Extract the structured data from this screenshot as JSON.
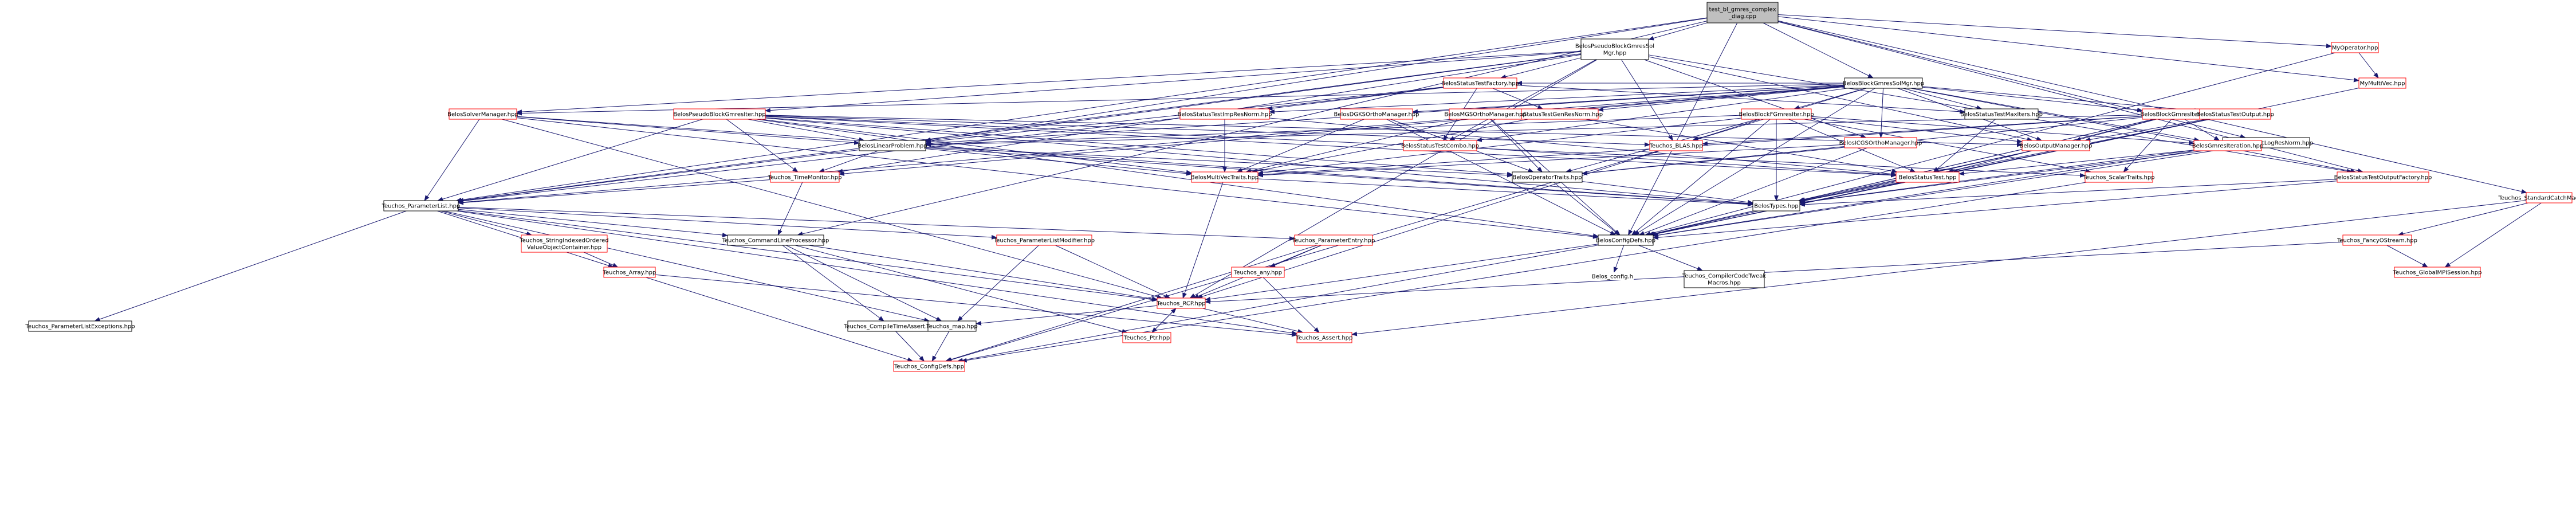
{
  "colors": {
    "root_fill": "#bfbfbf",
    "node_fill": "#ffffff",
    "red_border": "#ff0000",
    "black_border": "#000000",
    "edge_blue": "#191970",
    "edge_purple": "#9a32cd"
  },
  "nodes": [
    {
      "id": "root",
      "lines": [
        "test_bl_gmres_complex",
        "_diag.cpp"
      ],
      "kind": "root"
    },
    {
      "id": "pseudoMgr",
      "lines": [
        "BelosPseudoBlockGmresSol",
        "Mgr.hpp"
      ],
      "kind": "black"
    },
    {
      "id": "blockMgr",
      "lines": [
        "BelosBlockGmresSolMgr.hpp"
      ],
      "kind": "black"
    },
    {
      "id": "myop",
      "lines": [
        "MyOperator.hpp"
      ],
      "kind": "red"
    },
    {
      "id": "mymv",
      "lines": [
        "MyMultiVec.hpp"
      ],
      "kind": "red"
    },
    {
      "id": "stdcatch",
      "lines": [
        "Teuchos_StandardCatchMacros.hpp"
      ],
      "kind": "red"
    },
    {
      "id": "stf",
      "lines": [
        "BelosStatusTestFactory.hpp"
      ],
      "kind": "red"
    },
    {
      "id": "solverMgr",
      "lines": [
        "BelosSolverManager.hpp"
      ],
      "kind": "red"
    },
    {
      "id": "pbgi",
      "lines": [
        "BelosPseudoBlockGmresIter.hpp"
      ],
      "kind": "red"
    },
    {
      "id": "stimp",
      "lines": [
        "BelosStatusTestImpResNorm.hpp"
      ],
      "kind": "red"
    },
    {
      "id": "stgen",
      "lines": [
        "BelosStatusTestGenResNorm.hpp"
      ],
      "kind": "red"
    },
    {
      "id": "stmax",
      "lines": [
        "BelosStatusTestMaxIters.hpp"
      ],
      "kind": "black"
    },
    {
      "id": "bfgi",
      "lines": [
        "BelosBlockFGmresIter.hpp"
      ],
      "kind": "red"
    },
    {
      "id": "bgi",
      "lines": [
        "BelosBlockGmresIter.hpp"
      ],
      "kind": "red"
    },
    {
      "id": "sto",
      "lines": [
        "BelosStatusTestOutput.hpp"
      ],
      "kind": "red"
    },
    {
      "id": "stlog",
      "lines": [
        "BelosStatusTestLogResNorm.hpp"
      ],
      "kind": "black"
    },
    {
      "id": "linprob",
      "lines": [
        "BelosLinearProblem.hpp"
      ],
      "kind": "black"
    },
    {
      "id": "stcombo",
      "lines": [
        "BelosStatusTestCombo.hpp"
      ],
      "kind": "red"
    },
    {
      "id": "blas",
      "lines": [
        "Teuchos_BLAS.hpp"
      ],
      "kind": "red"
    },
    {
      "id": "dgks",
      "lines": [
        "BelosDGKSOrthoManager.hpp"
      ],
      "kind": "red"
    },
    {
      "id": "mgs",
      "lines": [
        "BelosMGSOrthoManager.hpp"
      ],
      "kind": "red"
    },
    {
      "id": "icgs",
      "lines": [
        "BelosICGSOrthoManager.hpp"
      ],
      "kind": "red"
    },
    {
      "id": "outmgr",
      "lines": [
        "BelosOutputManager.hpp"
      ],
      "kind": "red"
    },
    {
      "id": "gmresiter",
      "lines": [
        "BelosGmresIteration.hpp"
      ],
      "kind": "red"
    },
    {
      "id": "timemon",
      "lines": [
        "Teuchos_TimeMonitor.hpp"
      ],
      "kind": "red"
    },
    {
      "id": "mvtraits",
      "lines": [
        "BelosMultiVecTraits.hpp"
      ],
      "kind": "red"
    },
    {
      "id": "optraits",
      "lines": [
        "BelosOperatorTraits.hpp"
      ],
      "kind": "black"
    },
    {
      "id": "stest",
      "lines": [
        "BelosStatusTest.hpp"
      ],
      "kind": "red"
    },
    {
      "id": "scalartr",
      "lines": [
        "Teuchos_ScalarTraits.hpp"
      ],
      "kind": "red"
    },
    {
      "id": "stof",
      "lines": [
        "BelosStatusTestOutputFactory.hpp"
      ],
      "kind": "red"
    },
    {
      "id": "plist",
      "lines": [
        "Teuchos_ParameterList.hpp"
      ],
      "kind": "black"
    },
    {
      "id": "types",
      "lines": [
        "BelosTypes.hpp"
      ],
      "kind": "black"
    },
    {
      "id": "strindex",
      "lines": [
        "Teuchos_StringIndexedOrdered",
        "ValueObjectContainer.hpp"
      ],
      "kind": "red"
    },
    {
      "id": "clp",
      "lines": [
        "Teuchos_CommandLineProcessor.hpp"
      ],
      "kind": "black"
    },
    {
      "id": "plmod",
      "lines": [
        "Teuchos_ParameterListModifier.hpp"
      ],
      "kind": "red"
    },
    {
      "id": "pentry",
      "lines": [
        "Teuchos_ParameterEntry.hpp"
      ],
      "kind": "red"
    },
    {
      "id": "cfgdefs",
      "lines": [
        "BelosConfigDefs.hpp"
      ],
      "kind": "black"
    },
    {
      "id": "fancy",
      "lines": [
        "Teuchos_FancyOStream.hpp"
      ],
      "kind": "red"
    },
    {
      "id": "array",
      "lines": [
        "Teuchos_Array.hpp"
      ],
      "kind": "red"
    },
    {
      "id": "any",
      "lines": [
        "Teuchos_any.hpp"
      ],
      "kind": "red"
    },
    {
      "id": "rcp",
      "lines": [
        "Teuchos_RCP.hpp"
      ],
      "kind": "red"
    },
    {
      "id": "belosconfig",
      "lines": [
        "Belos_config.h"
      ],
      "kind": "plain"
    },
    {
      "id": "cctweak",
      "lines": [
        "Teuchos_CompilerCodeTweak",
        "Macros.hpp"
      ],
      "kind": "black"
    },
    {
      "id": "globalmpi",
      "lines": [
        "Teuchos_GlobalMPISession.hpp"
      ],
      "kind": "red"
    },
    {
      "id": "plexc",
      "lines": [
        "Teuchos_ParameterListExceptions.hpp"
      ],
      "kind": "black"
    },
    {
      "id": "ctasrt",
      "lines": [
        "Teuchos_CompileTimeAssert.hpp"
      ],
      "kind": "black"
    },
    {
      "id": "map",
      "lines": [
        "Teuchos_map.hpp"
      ],
      "kind": "black"
    },
    {
      "id": "ptr",
      "lines": [
        "Teuchos_Ptr.hpp"
      ],
      "kind": "red"
    },
    {
      "id": "assert",
      "lines": [
        "Teuchos_Assert.hpp"
      ],
      "kind": "red"
    },
    {
      "id": "tcfg",
      "lines": [
        "Teuchos_ConfigDefs.hpp"
      ],
      "kind": "red"
    }
  ],
  "edges": [
    [
      "root",
      "pseudoMgr"
    ],
    [
      "root",
      "blockMgr"
    ],
    [
      "root",
      "myop"
    ],
    [
      "root",
      "mymv"
    ],
    [
      "root",
      "stdcatch"
    ],
    [
      "root",
      "linprob"
    ],
    [
      "root",
      "plist"
    ],
    [
      "root",
      "clp"
    ],
    [
      "root",
      "cfgdefs"
    ],
    [
      "root",
      "stlog"
    ],
    [
      "root",
      "stof"
    ],
    [
      "pseudoMgr",
      "stf"
    ],
    [
      "pseudoMgr",
      "solverMgr"
    ],
    [
      "pseudoMgr",
      "pbgi"
    ],
    [
      "pseudoMgr",
      "linprob"
    ],
    [
      "pseudoMgr",
      "stcombo"
    ],
    [
      "pseudoMgr",
      "blas"
    ],
    [
      "pseudoMgr",
      "outmgr"
    ],
    [
      "pseudoMgr",
      "icgs"
    ],
    [
      "pseudoMgr",
      "plist"
    ],
    [
      "pseudoMgr",
      "rcp"
    ],
    [
      "pseudoMgr",
      "timemon"
    ],
    [
      "pseudoMgr",
      "stof"
    ],
    [
      "blockMgr",
      "stf"
    ],
    [
      "blockMgr",
      "solverMgr"
    ],
    [
      "blockMgr",
      "stimp"
    ],
    [
      "blockMgr",
      "stgen"
    ],
    [
      "blockMgr",
      "stmax"
    ],
    [
      "blockMgr",
      "bfgi"
    ],
    [
      "blockMgr",
      "bgi"
    ],
    [
      "blockMgr",
      "sto"
    ],
    [
      "blockMgr",
      "linprob"
    ],
    [
      "blockMgr",
      "dgks"
    ],
    [
      "blockMgr",
      "mgs"
    ],
    [
      "blockMgr",
      "icgs"
    ],
    [
      "blockMgr",
      "outmgr"
    ],
    [
      "blockMgr",
      "gmresiter"
    ],
    [
      "blockMgr",
      "blas"
    ],
    [
      "blockMgr",
      "plist"
    ],
    [
      "blockMgr",
      "cfgdefs"
    ],
    [
      "blockMgr",
      "timemon"
    ],
    [
      "blockMgr",
      "stcombo"
    ],
    [
      "blockMgr",
      "stof"
    ],
    [
      "myop",
      "mymv"
    ],
    [
      "myop",
      "cfgdefs"
    ],
    [
      "mymv",
      "cfgdefs"
    ],
    [
      "stdcatch",
      "fancy"
    ],
    [
      "stdcatch",
      "globalmpi"
    ],
    [
      "stdcatch",
      "assert"
    ],
    [
      "stf",
      "stimp"
    ],
    [
      "stf",
      "stgen"
    ],
    [
      "stf",
      "stmax"
    ],
    [
      "stf",
      "stcombo"
    ],
    [
      "stf",
      "plist"
    ],
    [
      "stf",
      "linprob"
    ],
    [
      "solverMgr",
      "linprob"
    ],
    [
      "solverMgr",
      "plist"
    ],
    [
      "solverMgr",
      "types"
    ],
    [
      "solverMgr",
      "cfgdefs"
    ],
    [
      "solverMgr",
      "rcp"
    ],
    [
      "pbgi",
      "linprob"
    ],
    [
      "pbgi",
      "mvtraits"
    ],
    [
      "pbgi",
      "optraits"
    ],
    [
      "pbgi",
      "stest"
    ],
    [
      "pbgi",
      "outmgr"
    ],
    [
      "pbgi",
      "types"
    ],
    [
      "pbgi",
      "blas"
    ],
    [
      "pbgi",
      "scalartr"
    ],
    [
      "pbgi",
      "timemon"
    ],
    [
      "pbgi",
      "plist"
    ],
    [
      "pbgi",
      "cfgdefs"
    ],
    [
      "stimp",
      "stest"
    ],
    [
      "stimp",
      "mvtraits"
    ],
    [
      "stgen",
      "stest"
    ],
    [
      "stgen",
      "mvtraits"
    ],
    [
      "stmax",
      "stest"
    ],
    [
      "bfgi",
      "linprob"
    ],
    [
      "bfgi",
      "mvtraits"
    ],
    [
      "bfgi",
      "optraits"
    ],
    [
      "bfgi",
      "stest"
    ],
    [
      "bfgi",
      "outmgr"
    ],
    [
      "bfgi",
      "types"
    ],
    [
      "bfgi",
      "blas"
    ],
    [
      "bfgi",
      "scalartr"
    ],
    [
      "bfgi",
      "gmresiter"
    ],
    [
      "bfgi",
      "cfgdefs"
    ],
    [
      "bgi",
      "linprob"
    ],
    [
      "bgi",
      "mvtraits"
    ],
    [
      "bgi",
      "optraits"
    ],
    [
      "bgi",
      "stest"
    ],
    [
      "bgi",
      "outmgr"
    ],
    [
      "bgi",
      "types"
    ],
    [
      "bgi",
      "blas"
    ],
    [
      "bgi",
      "scalartr"
    ],
    [
      "bgi",
      "gmresiter"
    ],
    [
      "bgi",
      "cfgdefs"
    ],
    [
      "sto",
      "outmgr"
    ],
    [
      "sto",
      "stest"
    ],
    [
      "sto",
      "types"
    ],
    [
      "sto",
      "cfgdefs"
    ],
    [
      "stlog",
      "stest"
    ],
    [
      "stlog",
      "types"
    ],
    [
      "stlog",
      "cfgdefs"
    ],
    [
      "linprob",
      "mvtraits"
    ],
    [
      "linprob",
      "optraits"
    ],
    [
      "linprob",
      "types"
    ],
    [
      "linprob",
      "plist"
    ],
    [
      "linprob",
      "timemon"
    ],
    [
      "stcombo",
      "stest"
    ],
    [
      "blas",
      "rcp"
    ],
    [
      "blas",
      "tcfg"
    ],
    [
      "dgks",
      "mvtraits"
    ],
    [
      "dgks",
      "optraits"
    ],
    [
      "dgks",
      "cfgdefs"
    ],
    [
      "mgs",
      "mvtraits"
    ],
    [
      "mgs",
      "optraits"
    ],
    [
      "mgs",
      "cfgdefs"
    ],
    [
      "icgs",
      "mvtraits"
    ],
    [
      "icgs",
      "optraits"
    ],
    [
      "icgs",
      "cfgdefs"
    ],
    [
      "outmgr",
      "types"
    ],
    [
      "outmgr",
      "cfgdefs"
    ],
    [
      "gmresiter",
      "types"
    ],
    [
      "gmresiter",
      "cfgdefs"
    ],
    [
      "timemon",
      "plist"
    ],
    [
      "timemon",
      "clp"
    ],
    [
      "mvtraits",
      "types"
    ],
    [
      "mvtraits",
      "rcp"
    ],
    [
      "optraits",
      "types"
    ],
    [
      "optraits",
      "cfgdefs"
    ],
    [
      "stest",
      "types"
    ],
    [
      "stest",
      "cfgdefs"
    ],
    [
      "scalartr",
      "tcfg"
    ],
    [
      "stof",
      "types"
    ],
    [
      "stof",
      "cfgdefs"
    ],
    [
      "plist",
      "strindex"
    ],
    [
      "plist",
      "clp"
    ],
    [
      "plist",
      "plmod"
    ],
    [
      "plist",
      "pentry"
    ],
    [
      "plist",
      "plexc"
    ],
    [
      "plist",
      "array"
    ],
    [
      "plist",
      "map"
    ],
    [
      "plist",
      "rcp"
    ],
    [
      "plist",
      "assert"
    ],
    [
      "types",
      "cfgdefs"
    ],
    [
      "strindex",
      "array"
    ],
    [
      "clp",
      "map"
    ],
    [
      "clp",
      "ctasrt"
    ],
    [
      "clp",
      "ptr"
    ],
    [
      "clp",
      "rcp"
    ],
    [
      "plmod",
      "rcp"
    ],
    [
      "plmod",
      "map"
    ],
    [
      "pentry",
      "any"
    ],
    [
      "pentry",
      "rcp"
    ],
    [
      "pentry",
      "tcfg"
    ],
    [
      "cfgdefs",
      "belosconfig"
    ],
    [
      "cfgdefs",
      "cctweak"
    ],
    [
      "cfgdefs",
      "rcp"
    ],
    [
      "cfgdefs",
      "tcfg"
    ],
    [
      "fancy",
      "rcp"
    ],
    [
      "fancy",
      "globalmpi"
    ],
    [
      "array",
      "assert"
    ],
    [
      "array",
      "tcfg"
    ],
    [
      "any",
      "assert"
    ],
    [
      "rcp",
      "ptr"
    ],
    [
      "rcp",
      "assert"
    ],
    [
      "rcp",
      "map"
    ],
    [
      "ptr",
      "rcp"
    ],
    [
      "ctasrt",
      "tcfg"
    ],
    [
      "map",
      "tcfg"
    ]
  ]
}
